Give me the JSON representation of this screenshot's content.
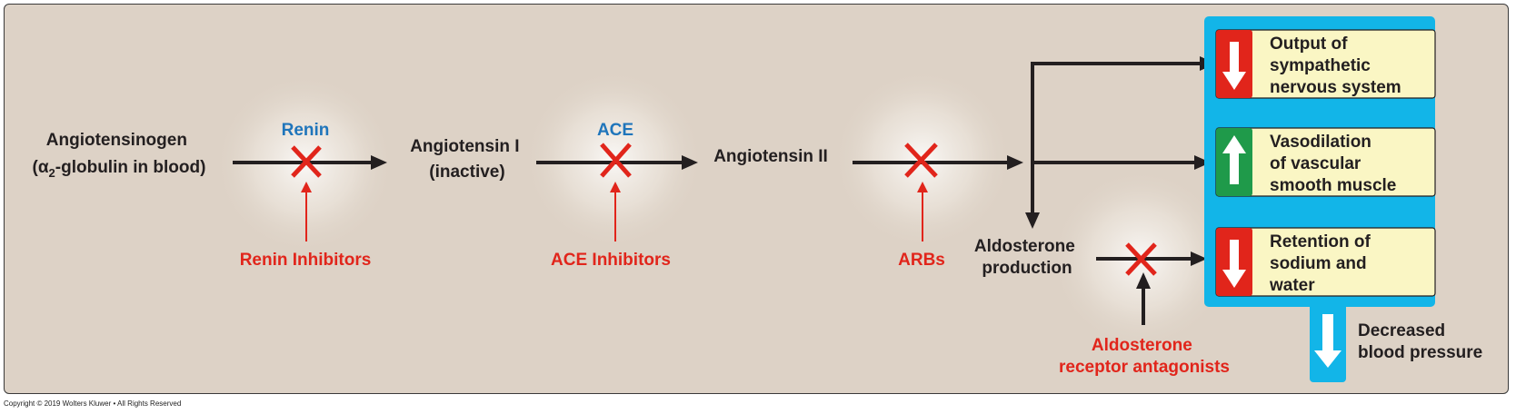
{
  "nodes": {
    "angiotensinogen": [
      "Angiotensinogen",
      "(α",
      "2",
      "-globulin in blood)"
    ],
    "angiotensin_i": [
      "Angiotensin I",
      "(inactive)"
    ],
    "angiotensin_ii": "Angiotensin II",
    "aldosterone_production": [
      "Aldosterone",
      "production"
    ]
  },
  "enzymes": {
    "renin": "Renin",
    "ace": "ACE"
  },
  "inhibitors": {
    "renin_inhibitors": "Renin Inhibitors",
    "ace_inhibitors": "ACE Inhibitors",
    "arbs": "ARBs",
    "aldosterone_antagonists": [
      "Aldosterone",
      "receptor antagonists"
    ]
  },
  "effects": [
    {
      "lines": [
        "Output of",
        "sympathetic",
        "nervous system"
      ],
      "direction": "down",
      "icon": "down-arrow-icon"
    },
    {
      "lines": [
        "Vasodilation",
        "of vascular",
        "smooth muscle"
      ],
      "direction": "up",
      "icon": "up-arrow-icon"
    },
    {
      "lines": [
        "Retention of",
        "sodium and",
        "water"
      ],
      "direction": "down",
      "icon": "down-arrow-icon"
    }
  ],
  "outcome": [
    "Decreased",
    "blood pressure"
  ],
  "copyright": "Copyright © 2019 Wolters Kluwer • All Rights Reserved",
  "colors": {
    "background": "#ddd2c6",
    "panel": "#12b5e8",
    "effect_box": "#faf6c4",
    "decrease": "#e1251b",
    "increase": "#1f9a4a",
    "enzyme_text": "#1f75bb",
    "inhibitor_text": "#e1251b",
    "main_text": "#231f20"
  }
}
